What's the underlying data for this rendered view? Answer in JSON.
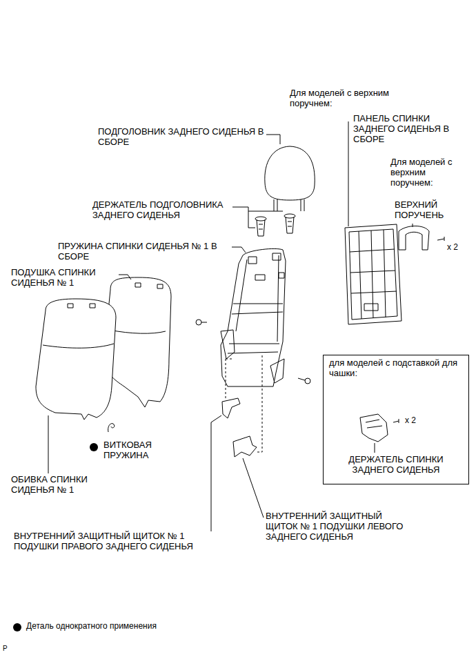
{
  "diagram": {
    "nodes": [
      {
        "text": [
          "для моделей с подставкой для чашки:",
          "x 2",
          "ДЕРЖАТЕЛЬ СПИНКИ ЗАДНЕГО СИДЕНЬЯ"
        ]
      }
    ],
    "labels": [
      "Для моделей с верхним поручнем:",
      "ПАНЕЛЬ СПИНКИ ЗАДНЕГО СИДЕНЬЯ В СБОРЕ",
      "Для моделей с верхним поручнем:",
      "ВЕРХНИЙ ПОРУЧЕНЬ",
      "x 2",
      "ПОДГОЛОВНИК ЗАДНЕГО СИДЕНЬЯ В СБОРЕ",
      "ДЕРЖАТЕЛЬ ПОДГОЛОВНИКА ЗАДНЕГО СИДЕНЬЯ",
      "ПРУЖИНА СПИНКИ СИДЕНЬЯ № 1 В СБОРЕ",
      "ПОДУШКА СПИНКИ СИДЕНЬЯ № 1",
      "ВИТКОВАЯ ПРУЖИНА",
      "ОБИВКА СПИНКИ СИДЕНЬЯ № 1",
      "ВНУТРЕННИЙ ЗАЩИТНЫЙ ЩИТОК № 1 ПОДУШКИ ЛЕВОГО ЗАДНЕГО СИДЕНЬЯ",
      "ВНУТРЕННИЙ ЗАЩИТНЫЙ ЩИТОК № 1 ПОДУШКИ ПРАВОГО ЗАДНЕГО СИДЕНЬЯ",
      "P"
    ],
    "legend": [
      {
        "text": "Деталь однократного применения"
      }
    ]
  }
}
